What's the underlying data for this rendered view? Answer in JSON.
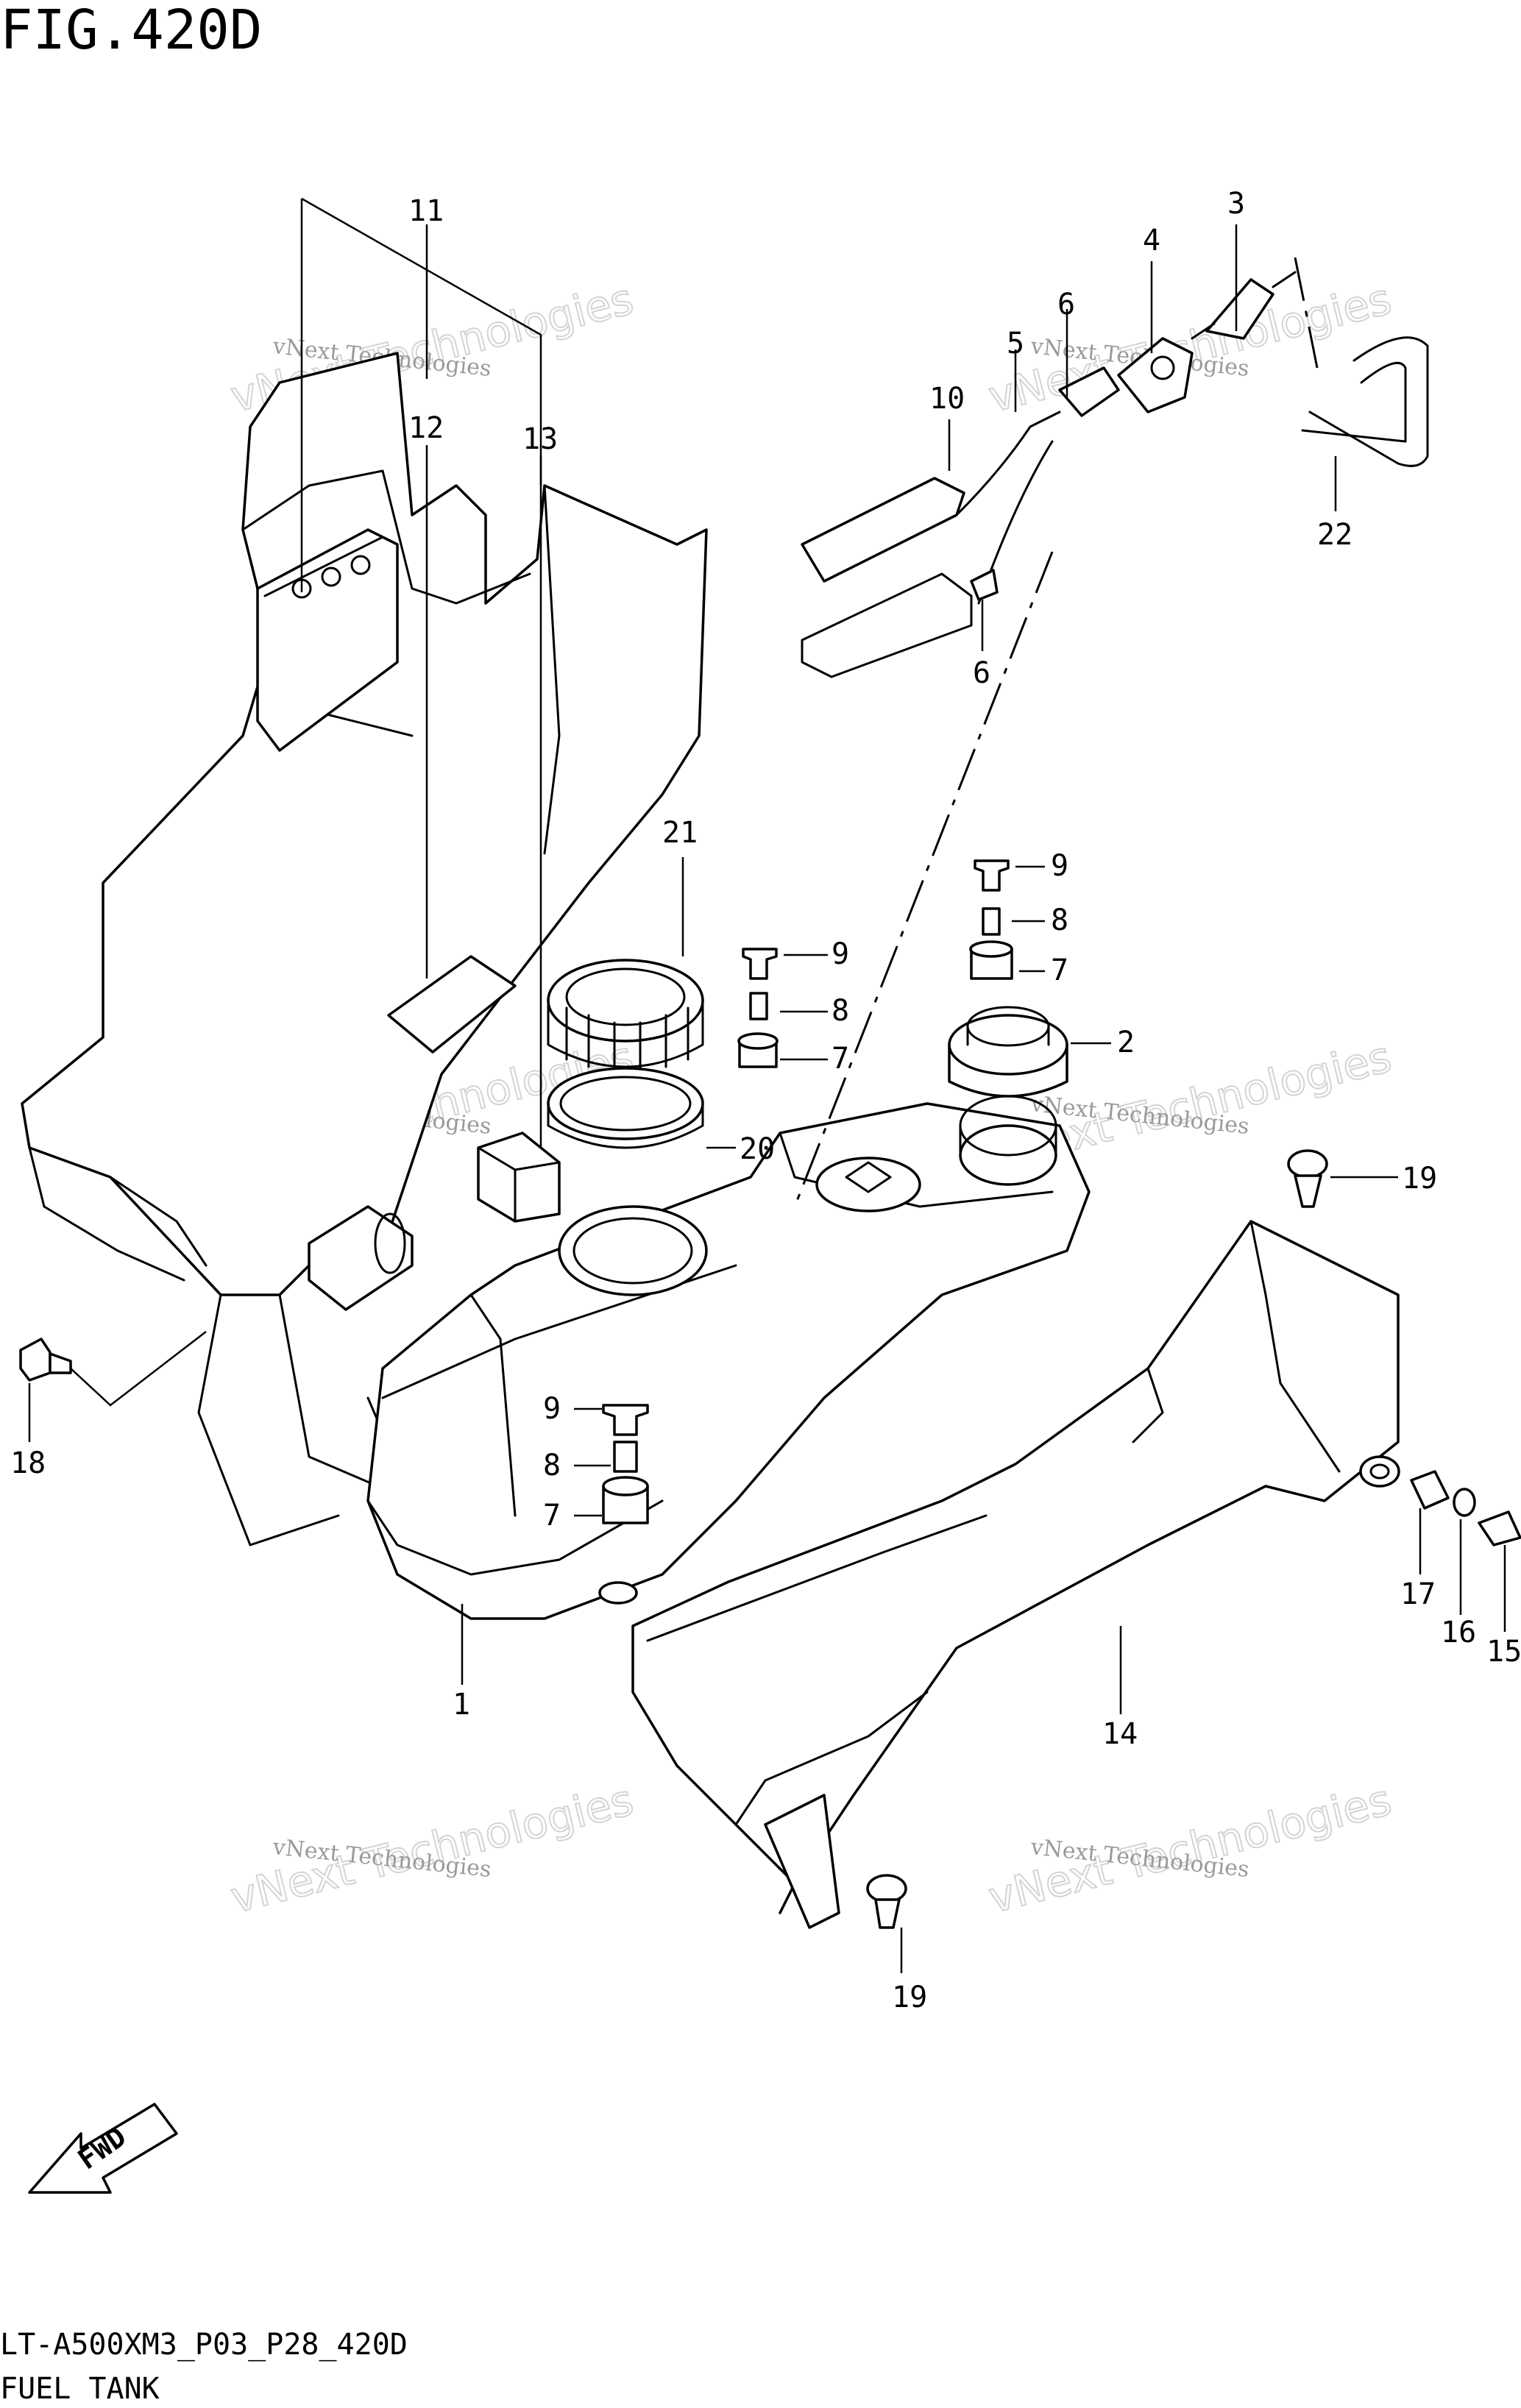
{
  "figure": {
    "title": "FIG.420D"
  },
  "footer": {
    "model_code": "LT-A500XM3_P03_P28_420D",
    "section_name": "FUEL TANK"
  },
  "watermark": {
    "small_text": "vNext Technologies",
    "large_text": "vNext Technologies"
  },
  "fwd_arrow": {
    "label": "FWD"
  },
  "callouts": {
    "c1": "1",
    "c2": "2",
    "c3": "3",
    "c4": "4",
    "c5": "5",
    "c6a": "6",
    "c6b": "6",
    "c7a": "7",
    "c7b": "7",
    "c7c": "7",
    "c8a": "8",
    "c8b": "8",
    "c8c": "8",
    "c9a": "9",
    "c9b": "9",
    "c9c": "9",
    "c10": "10",
    "c11": "11",
    "c12": "12",
    "c13": "13",
    "c14": "14",
    "c15": "15",
    "c16": "16",
    "c17": "17",
    "c18": "18",
    "c19a": "19",
    "c19b": "19",
    "c20": "20",
    "c21": "21",
    "c22": "22"
  }
}
